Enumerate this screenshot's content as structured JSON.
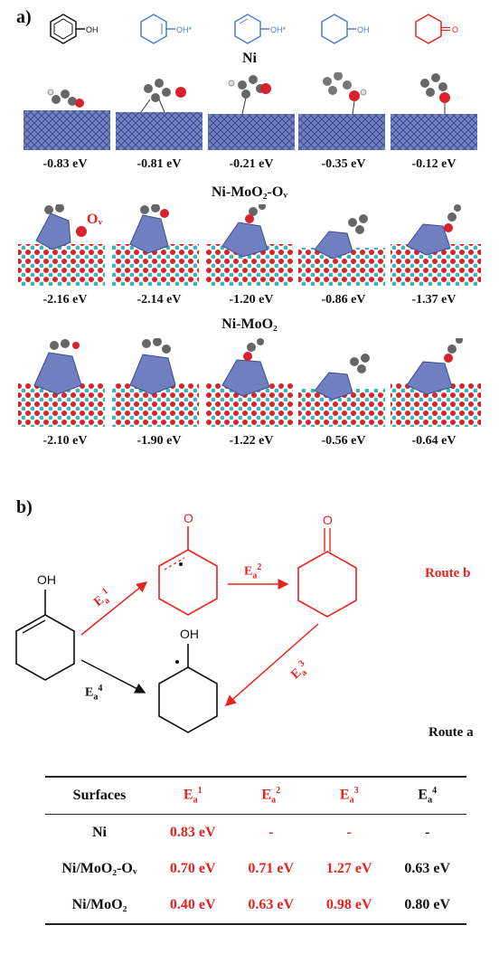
{
  "panel_a": {
    "label": "a)",
    "molecules": [
      {
        "name": "phenol",
        "label": "OH",
        "color": "#111111"
      },
      {
        "name": "cyclohexenol-a",
        "label": "OH*",
        "color": "#4a7ecb"
      },
      {
        "name": "cyclohexenol-b",
        "label": "OH*",
        "color": "#4a7ecb"
      },
      {
        "name": "cyclohexanol",
        "label": "OH",
        "color": "#4a7ecb"
      },
      {
        "name": "cyclohexanone",
        "label": "O",
        "color": "#e8231f"
      }
    ],
    "rows": [
      {
        "title": "Ni",
        "energies": [
          "-0.83 eV",
          "-0.81 eV",
          "-0.21 eV",
          "-0.35 eV",
          "-0.12 eV"
        ]
      },
      {
        "title": "Ni-MoO₂-Oᵥ",
        "annotation": "Oᵥ",
        "energies": [
          "-2.16 eV",
          "-2.14 eV",
          "-1.20 eV",
          "-0.86 eV",
          "-1.37 eV"
        ]
      },
      {
        "title": "Ni-MoO₂",
        "energies": [
          "-2.10 eV",
          "-1.90 eV",
          "-1.22 eV",
          "-0.56 eV",
          "-0.64 eV"
        ]
      }
    ]
  },
  "panel_b": {
    "label": "b)",
    "oh_labels": [
      "OH",
      "OH"
    ],
    "o_labels": [
      "O",
      "O"
    ],
    "arrows": {
      "e1": {
        "main": "E",
        "sub": "a",
        "sup": "1"
      },
      "e2": {
        "main": "E",
        "sub": "a",
        "sup": "2"
      },
      "e3": {
        "main": "E",
        "sub": "a",
        "sup": "3"
      },
      "e4": {
        "main": "E",
        "sub": "a",
        "sup": "4"
      }
    },
    "route_b": "Route b",
    "route_a": "Route a"
  },
  "table": {
    "header": {
      "surfaces": "Surfaces",
      "e": "E",
      "sub": "a",
      "sups": [
        "1",
        "2",
        "3",
        "4"
      ]
    },
    "rows": [
      {
        "surface": "Ni",
        "values": [
          "0.83 eV",
          "-",
          "-",
          "-"
        ]
      },
      {
        "surface": "Ni/MoO₂-Oᵥ",
        "values": [
          "0.70 eV",
          "0.71 eV",
          "1.27 eV",
          "0.63 eV"
        ]
      },
      {
        "surface": "Ni/MoO₂",
        "values": [
          "0.40 eV",
          "0.63 eV",
          "0.98 eV",
          "0.80 eV"
        ]
      }
    ]
  },
  "colors": {
    "red": "#e8231f",
    "blue": "#4a7ecb",
    "surface_blue": "#5d6fb0",
    "mo_teal": "#3fb3b5",
    "o_red": "#d9232b",
    "c_gray": "#5a5a5a"
  }
}
